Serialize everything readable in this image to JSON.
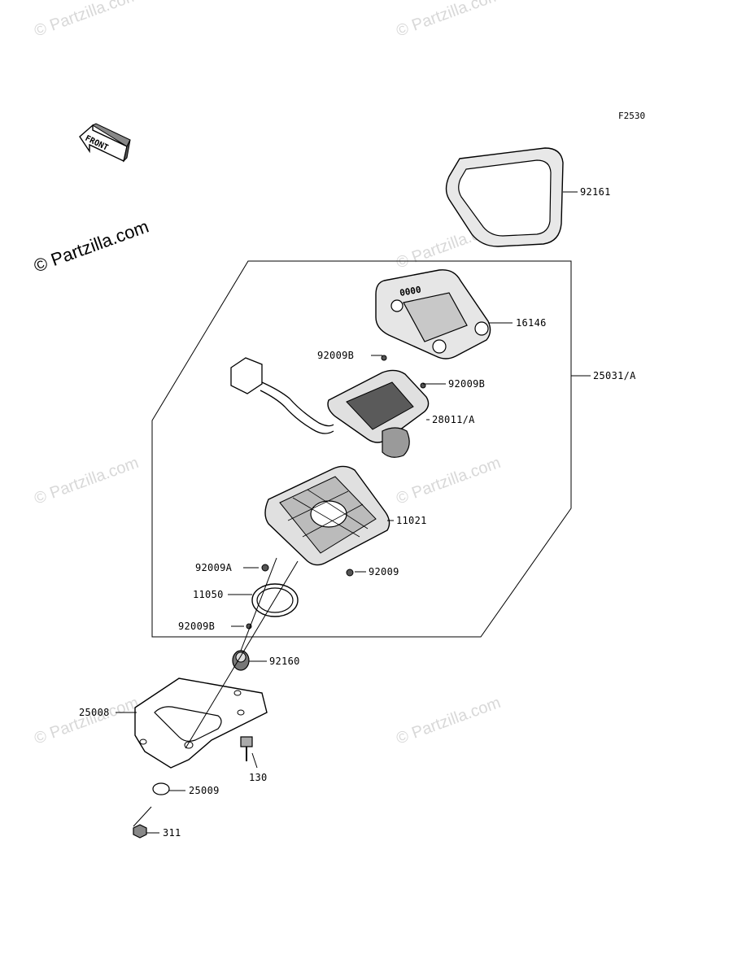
{
  "diagram": {
    "figure_ref": "F2530",
    "front_arrow_text": "FRONT",
    "copyright_main": "© Partzilla.com",
    "watermark_text": "© Partzilla.com",
    "meter_face_text": "0000",
    "callouts": [
      {
        "id": "92161"
      },
      {
        "id": "16146"
      },
      {
        "id": "92009B"
      },
      {
        "id": "92009B"
      },
      {
        "id": "28011/A"
      },
      {
        "id": "25031/A"
      },
      {
        "id": "11021"
      },
      {
        "id": "92009A"
      },
      {
        "id": "92009"
      },
      {
        "id": "11050"
      },
      {
        "id": "92009B"
      },
      {
        "id": "92160"
      },
      {
        "id": "25008"
      },
      {
        "id": "130"
      },
      {
        "id": "25009"
      },
      {
        "id": "311"
      }
    ]
  }
}
